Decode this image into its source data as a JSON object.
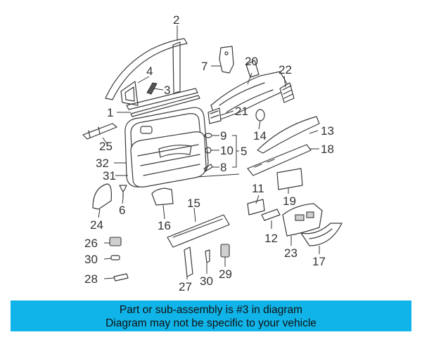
{
  "callouts": [
    "1",
    "2",
    "3",
    "4",
    "5",
    "6",
    "7",
    "8",
    "9",
    "10",
    "11",
    "12",
    "13",
    "14",
    "15",
    "16",
    "17",
    "18",
    "19",
    "20",
    "21",
    "22",
    "23",
    "24",
    "25",
    "26",
    "27",
    "28",
    "29",
    "30",
    "30",
    "31",
    "32"
  ],
  "banner": {
    "line1": "Part or sub-assembly is #3 in diagram",
    "line2": "Diagram may not be specific to your vehicle",
    "color": "#10b4e8"
  },
  "highlight_part": "3"
}
